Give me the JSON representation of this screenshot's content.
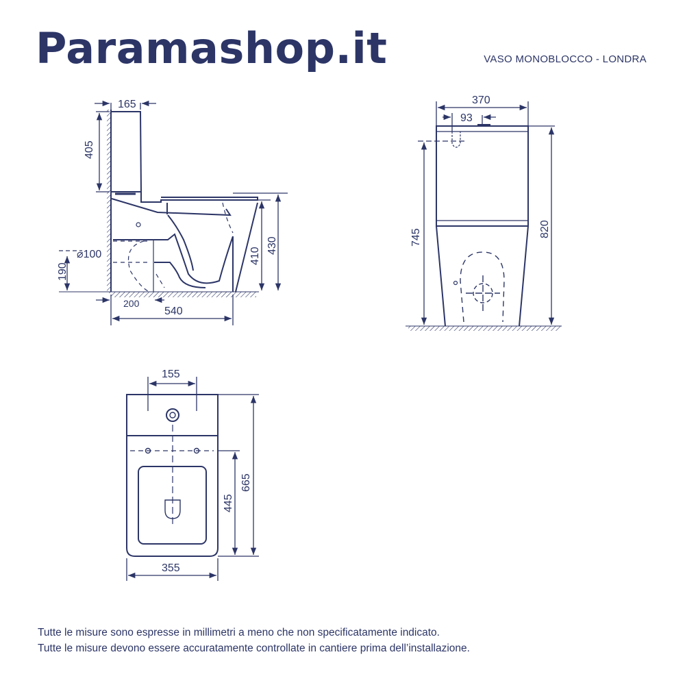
{
  "header": {
    "brand": "Paramashop.it",
    "product": "VASO MONOBLOCCO - LONDRA"
  },
  "side_view": {
    "dims": {
      "tank_depth": "165",
      "tank_height": "405",
      "drain_diameter": "⌀100",
      "drain_height": "190",
      "wall_to_drain": "200",
      "total_depth": "540",
      "rim_height": "410",
      "seat_height": "430"
    }
  },
  "front_view": {
    "dims": {
      "width": "370",
      "inlet_offset": "93",
      "inlet_height": "745",
      "total_height": "820"
    }
  },
  "top_view": {
    "dims": {
      "tank_width": "155",
      "bowl_width": "355",
      "bowl_length": "445",
      "total_length": "665"
    }
  },
  "footer": {
    "line1": "Tutte le misure sono espresse in millimetri a meno che non specificatamente indicato.",
    "line2": "Tutte le misure devono essere accuratamente controllate in cantiere prima dell’installazione."
  },
  "colors": {
    "ink": "#2c3566"
  }
}
